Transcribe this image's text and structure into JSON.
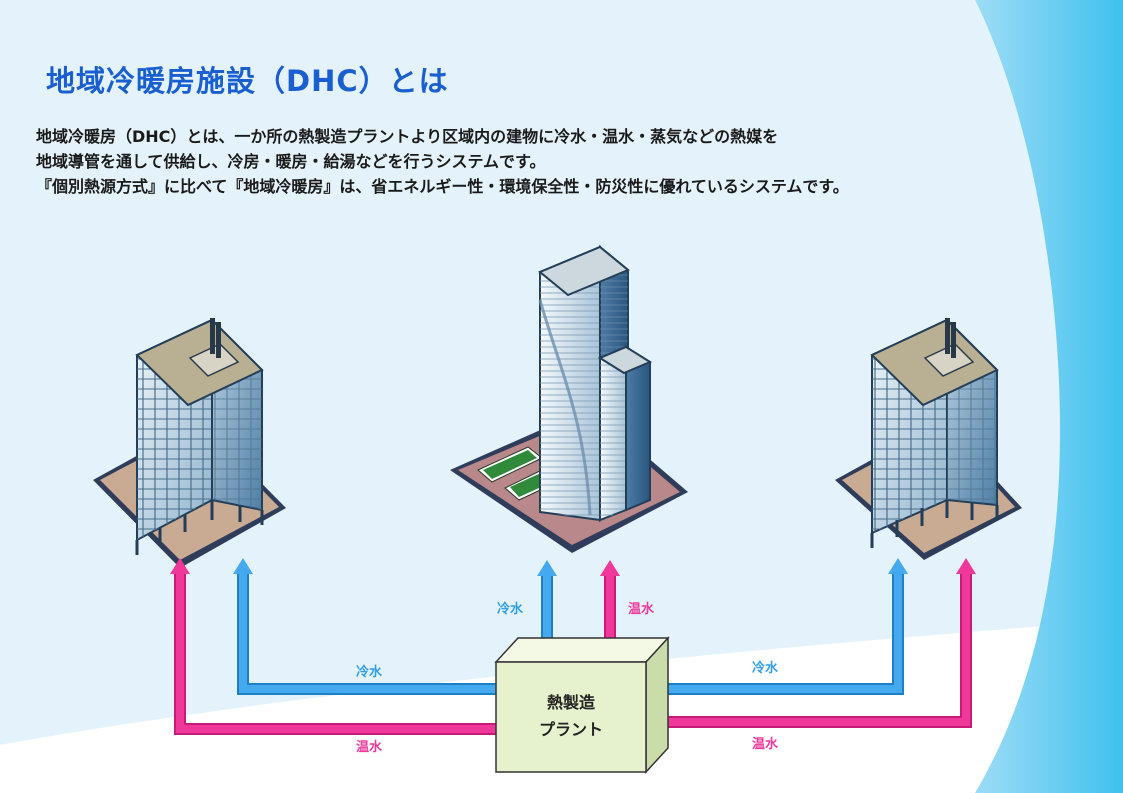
{
  "title": "地域冷暖房施設（DHC）とは",
  "description": [
    "地域冷暖房（DHC）とは、一か所の熱製造プラントより区域内の建物に冷水・温水・蒸気などの熱媒を",
    "地域導管を通して供給し、冷房・暖房・給湯などを行うシステムです。",
    "『個別熱源方式』に比べて『地域冷暖房』は、省エネルギー性・環境保全性・防災性に優れているシステムです。"
  ],
  "diagram": {
    "plant_label": [
      "熱製造",
      "プラント"
    ],
    "cold_water": "冷水",
    "hot_water": "温水"
  },
  "colors": {
    "title": "#1a5fd0",
    "cold_pipe": "#45a9f0",
    "hot_pipe": "#f0389a",
    "plant_box": "#e6f2cd",
    "accent_curve": "#4cc8ef"
  },
  "icons": [
    "building-left-icon",
    "tower-center-icon",
    "building-right-icon",
    "plant-box-icon"
  ]
}
